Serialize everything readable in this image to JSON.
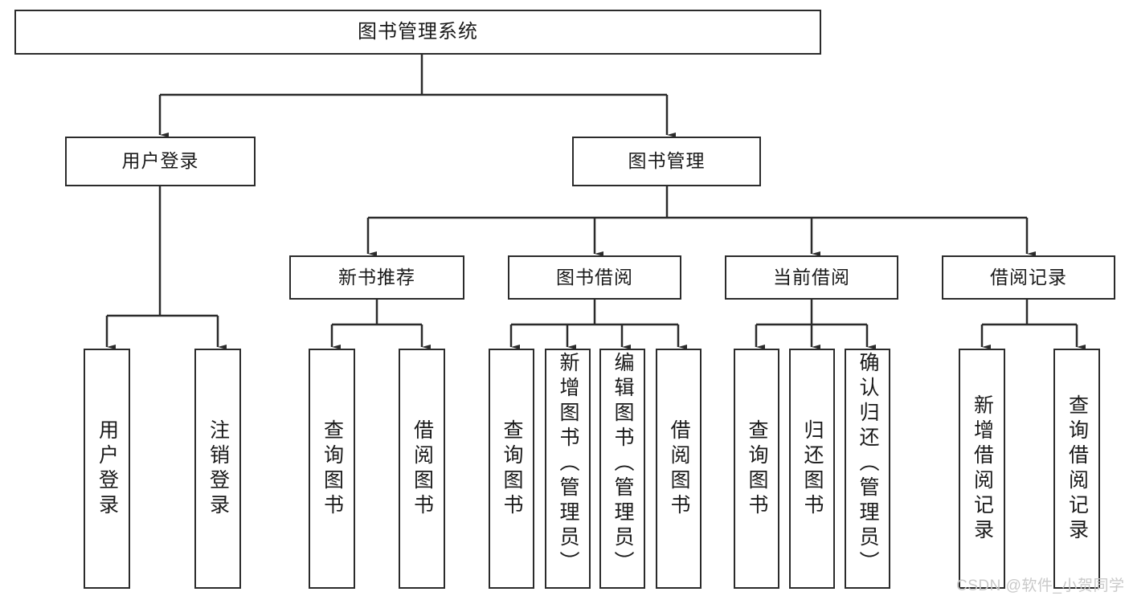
{
  "diagram": {
    "title": "图书管理系统",
    "type": "功能结构图",
    "stroke_color": "#2b2b2b",
    "fill_color": "#ffffff",
    "text_color": "#1a1a1a"
  },
  "root": {
    "label": "图书管理系统"
  },
  "level2": [
    {
      "label": "用户登录"
    },
    {
      "label": "图书管理"
    }
  ],
  "level3": [
    {
      "label": "新书推荐"
    },
    {
      "label": "图书借阅"
    },
    {
      "label": "当前借阅"
    },
    {
      "label": "借阅记录"
    }
  ],
  "leaves": [
    {
      "label": "用户登录",
      "parent": "用户登录"
    },
    {
      "label": "注销登录",
      "parent": "用户登录"
    },
    {
      "label": "查询图书",
      "parent": "新书推荐"
    },
    {
      "label": "借阅图书",
      "parent": "新书推荐"
    },
    {
      "label": "查询图书",
      "parent": "图书借阅"
    },
    {
      "label": "新增图书（管理员）",
      "parent": "图书借阅"
    },
    {
      "label": "编辑图书（管理员）",
      "parent": "图书借阅"
    },
    {
      "label": "借阅图书",
      "parent": "图书借阅"
    },
    {
      "label": "查询图书",
      "parent": "当前借阅"
    },
    {
      "label": "归还图书",
      "parent": "当前借阅"
    },
    {
      "label": "确认归还（管理员）",
      "parent": "当前借阅"
    },
    {
      "label": "新增借阅记录",
      "parent": "借阅记录"
    },
    {
      "label": "查询借阅记录",
      "parent": "借阅记录"
    }
  ],
  "watermark": {
    "text": "CSDN @软件_小贺同学",
    "color": "#c9c9c9"
  }
}
